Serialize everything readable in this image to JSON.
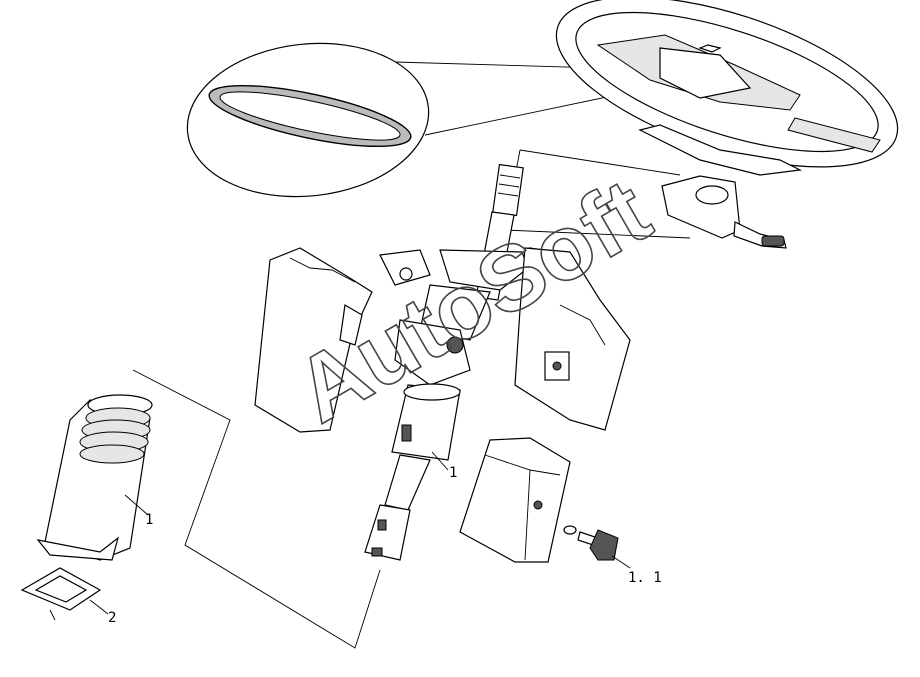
{
  "diagram": {
    "watermark": "AutoSoft",
    "callouts": {
      "left_boot": "1",
      "gasket": "2",
      "column": "1",
      "knob": "1. 1"
    }
  }
}
